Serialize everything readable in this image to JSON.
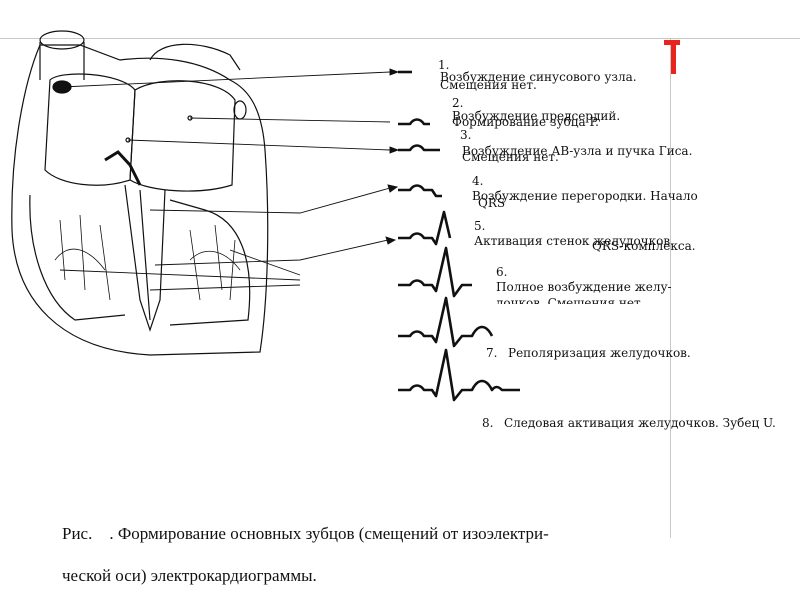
{
  "steps": [
    {
      "num": "1.",
      "label": "Возбуждение синусового узла.",
      "overlap": "Смещения нет."
    },
    {
      "num": "2.",
      "label": "Возбуждение предсердий.",
      "overlap": "Формирование зубца P."
    },
    {
      "num": "3.",
      "label": "Возбуждение АВ-узла и пучка Гиса.",
      "overlap": "Смещения нет."
    },
    {
      "num": "4.",
      "label": "Возбуждение перегородки. Начало",
      "overlap": "QRS"
    },
    {
      "num": "5.",
      "label": "Активация стенок желудочков.",
      "overlap": "QRS-комплекса."
    },
    {
      "num": "6.",
      "label": "Полное возбуждение желу-",
      "overlap": "дочков. Смещения нет."
    },
    {
      "num": "7.",
      "label": "Реполяризация желудочков."
    },
    {
      "num": "8.",
      "label": "Следовая активация  желудочков. Зубец U."
    }
  ],
  "caption": {
    "line1": "Рис.    . Формирование основных зубцов (смещений от изоэлектри-",
    "line2": "ческой оси) электрокардиограммы."
  },
  "colors": {
    "accent_red": "#e8241c",
    "frame": "#c8c8c8"
  }
}
